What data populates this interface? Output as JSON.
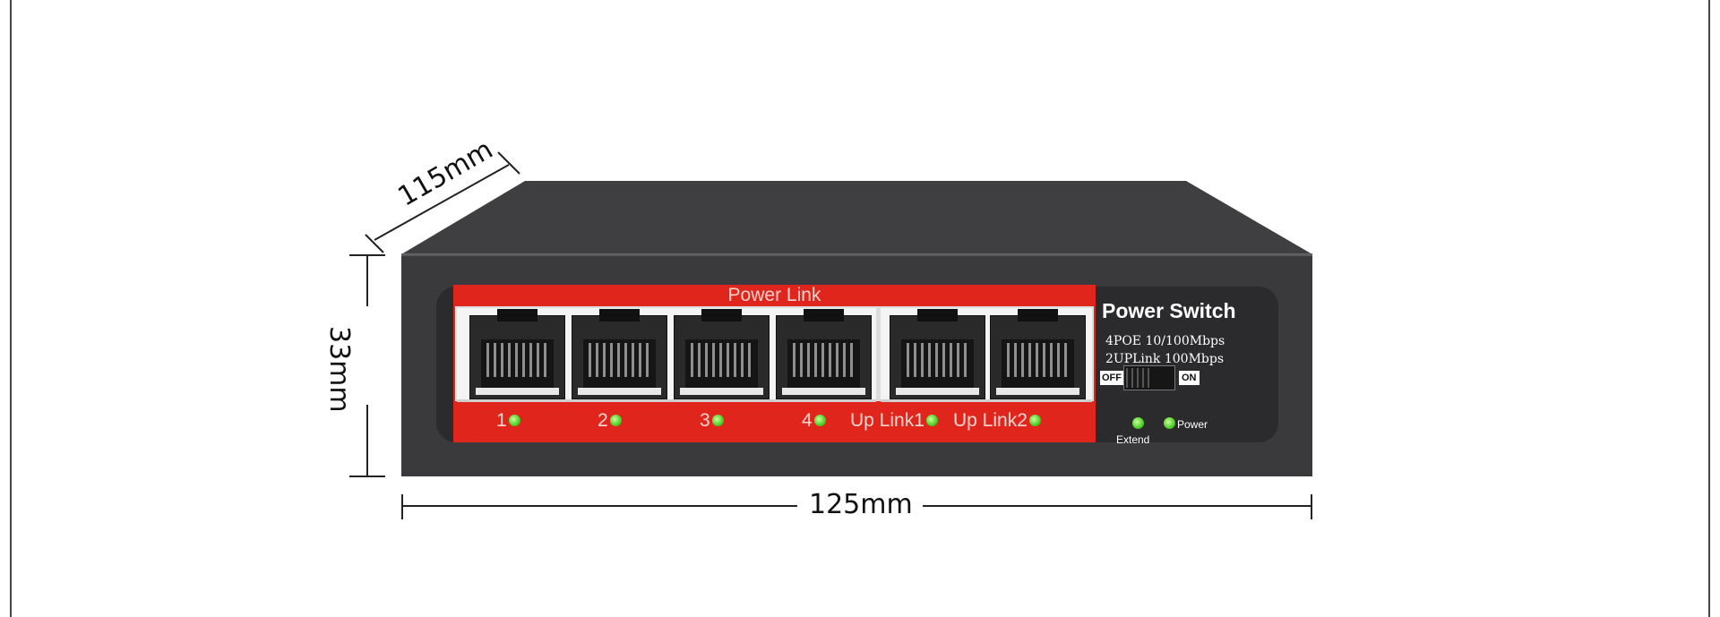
{
  "dimensions": {
    "depth": "115mm",
    "height": "33mm",
    "width": "125mm"
  },
  "device": {
    "band_label": "Power Link",
    "ports": [
      {
        "label": "1",
        "led": "green"
      },
      {
        "label": "2",
        "led": "green"
      },
      {
        "label": "3",
        "led": "green"
      },
      {
        "label": "4",
        "led": "green"
      },
      {
        "label": "Up Link1",
        "led": "green"
      },
      {
        "label": "Up Link2",
        "led": "green"
      }
    ],
    "panel": {
      "title": "Power Switch",
      "spec_1": "4POE 10/100Mbps",
      "spec_2": "2UPLink 100Mbps",
      "switch_off": "OFF",
      "switch_on": "ON",
      "indicator_extend": "Extend",
      "indicator_power": "Power"
    }
  },
  "colors": {
    "red_band": "#e0261c",
    "body": "#3a3a3c",
    "led_green": "#4ccf25"
  }
}
